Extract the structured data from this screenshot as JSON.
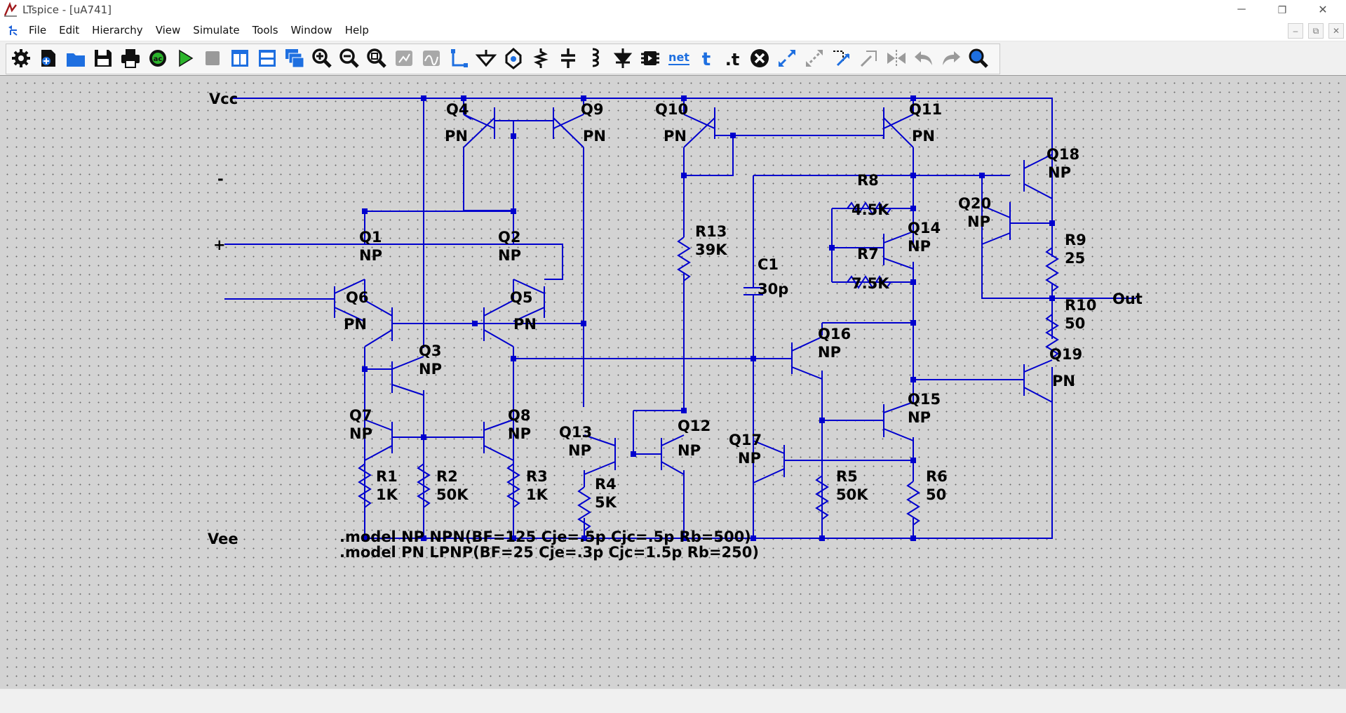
{
  "window": {
    "title": "LTspice - [uA741]",
    "controls": {
      "minimize": "─",
      "restore": "❐",
      "close": "✕"
    }
  },
  "menu": {
    "items": [
      "File",
      "Edit",
      "Hierarchy",
      "View",
      "Simulate",
      "Tools",
      "Window",
      "Help"
    ],
    "mdi_controls": {
      "minimize": "–",
      "restore": "⧉",
      "close": "✕"
    }
  },
  "toolbar": {
    "buttons": [
      "settings-icon",
      "new-schematic-icon",
      "open-icon",
      "save-icon",
      "print-icon",
      "ac-analysis-icon",
      "run-icon",
      "halt-icon",
      "tile-vertical-icon",
      "tile-horizontal-icon",
      "cascade-icon",
      "zoom-in-icon",
      "zoom-out-icon",
      "zoom-fit-icon",
      "autorange-icon",
      "waveform-icon",
      "wire-icon",
      "ground-icon",
      "label-net-icon",
      "resistor-icon",
      "capacitor-icon",
      "inductor-icon",
      "diode-icon",
      "component-icon",
      "netlist-icon",
      "text-icon",
      "spice-directive-icon",
      "delete-icon",
      "move-icon",
      "drag-icon",
      "mirror-icon",
      "rotate-icon",
      "flip-icon",
      "undo-icon",
      "redo-icon",
      "find-icon"
    ],
    "text_labels": {
      "net": "net",
      "t": "t",
      "dot_t": ".t"
    }
  },
  "schematic": {
    "nets": {
      "vcc": "Vcc",
      "vee": "Vee",
      "minus": "-",
      "plus": "+",
      "out": "Out"
    },
    "transistors": [
      {
        "name": "Q1",
        "model": "NP"
      },
      {
        "name": "Q2",
        "model": "NP"
      },
      {
        "name": "Q3",
        "model": "NP"
      },
      {
        "name": "Q4",
        "model": "PN"
      },
      {
        "name": "Q5",
        "model": "PN"
      },
      {
        "name": "Q6",
        "model": "PN"
      },
      {
        "name": "Q7",
        "model": "NP"
      },
      {
        "name": "Q8",
        "model": "NP"
      },
      {
        "name": "Q9",
        "model": "PN"
      },
      {
        "name": "Q10",
        "model": "PN"
      },
      {
        "name": "Q11",
        "model": "PN"
      },
      {
        "name": "Q12",
        "model": "NP"
      },
      {
        "name": "Q13",
        "model": "NP"
      },
      {
        "name": "Q14",
        "model": "NP"
      },
      {
        "name": "Q15",
        "model": "NP"
      },
      {
        "name": "Q16",
        "model": "NP"
      },
      {
        "name": "Q17",
        "model": "NP"
      },
      {
        "name": "Q18",
        "model": "NP"
      },
      {
        "name": "Q19",
        "model": "PN"
      },
      {
        "name": "Q20",
        "model": "NP"
      }
    ],
    "resistors": [
      {
        "name": "R1",
        "value": "1K"
      },
      {
        "name": "R2",
        "value": "50K"
      },
      {
        "name": "R3",
        "value": "1K"
      },
      {
        "name": "R4",
        "value": "5K"
      },
      {
        "name": "R5",
        "value": "50K"
      },
      {
        "name": "R6",
        "value": "50"
      },
      {
        "name": "R7",
        "value": "7.5K"
      },
      {
        "name": "R8",
        "value": "4.5K"
      },
      {
        "name": "R9",
        "value": "25"
      },
      {
        "name": "R10",
        "value": "50"
      },
      {
        "name": "R13",
        "value": "39K"
      }
    ],
    "capacitors": [
      {
        "name": "C1",
        "value": "30p"
      }
    ],
    "directives": [
      ".model NP NPN(BF=125 Cje=.5p Cjc=.5p Rb=500)",
      ".model PN LPNP(BF=25 Cje=.3p Cjc=1.5p Rb=250)"
    ]
  },
  "colors": {
    "wire": "#0000cd",
    "background": "#d3d3d3",
    "grid_dot": "#6b6b6b"
  }
}
